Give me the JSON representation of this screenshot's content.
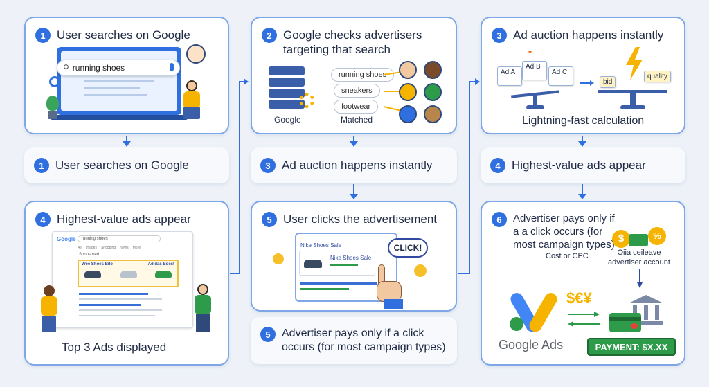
{
  "panels": {
    "p1": {
      "num": "1",
      "title": "User searches on Google",
      "search_text": "running shoes"
    },
    "p2": {
      "num": "2",
      "title": "Google checks advertisers targeting that search",
      "keywords": [
        "running shoes",
        "sneakers",
        "footwear"
      ],
      "google_label": "Google",
      "matched_label": "Matched"
    },
    "p3": {
      "num": "3",
      "title": "Ad auction happens instantly",
      "ads": [
        "Ad A",
        "Ad B",
        "Ad C"
      ],
      "bid_label": "bid",
      "quality_label": "quality",
      "caption": "Lightning-fast calculation"
    },
    "p4": {
      "num": "4",
      "title": "Highest-value ads appear",
      "caption": "Top 3 Ads displayed",
      "serp_logo": "Google",
      "serp_query": "running shoes",
      "serp_sponsored": "Sponsored",
      "serp_tabs": [
        "All",
        "Images",
        "Shopping",
        "News",
        "More"
      ],
      "ad_labels": [
        "Wee Shoes Bilo",
        "Adidas Bocst"
      ]
    },
    "p5": {
      "num": "5",
      "title": "User clicks the advertisement",
      "ad_header": "Nike Shoes Sale",
      "ad_product": "Nike Shoes Sale",
      "click_label": "CLICK!"
    },
    "p6": {
      "num": "6",
      "title": "Advertiser pays only if a a click occurs (for most campaign types)",
      "cost_note": "Cost or CPC",
      "account_label": "Oiia ceileave advertiser account",
      "currency": "$€¥",
      "brand": "Google Ads",
      "payment": "PAYMENT: $X.XX"
    }
  },
  "strips": {
    "s1": {
      "num": "1",
      "text": "User searches on Google"
    },
    "s3": {
      "num": "3",
      "text": "Ad auction happens instantly"
    },
    "s4": {
      "num": "4",
      "text": "Highest-value ads appear"
    },
    "s5": {
      "num": "5",
      "text": "Advertiser pays only if a click occurs (for most campaign types)"
    }
  },
  "colors": {
    "accent": "#2f6fdf",
    "border": "#7fa6e6",
    "green": "#2e9b4a",
    "yellow": "#f6b400"
  }
}
